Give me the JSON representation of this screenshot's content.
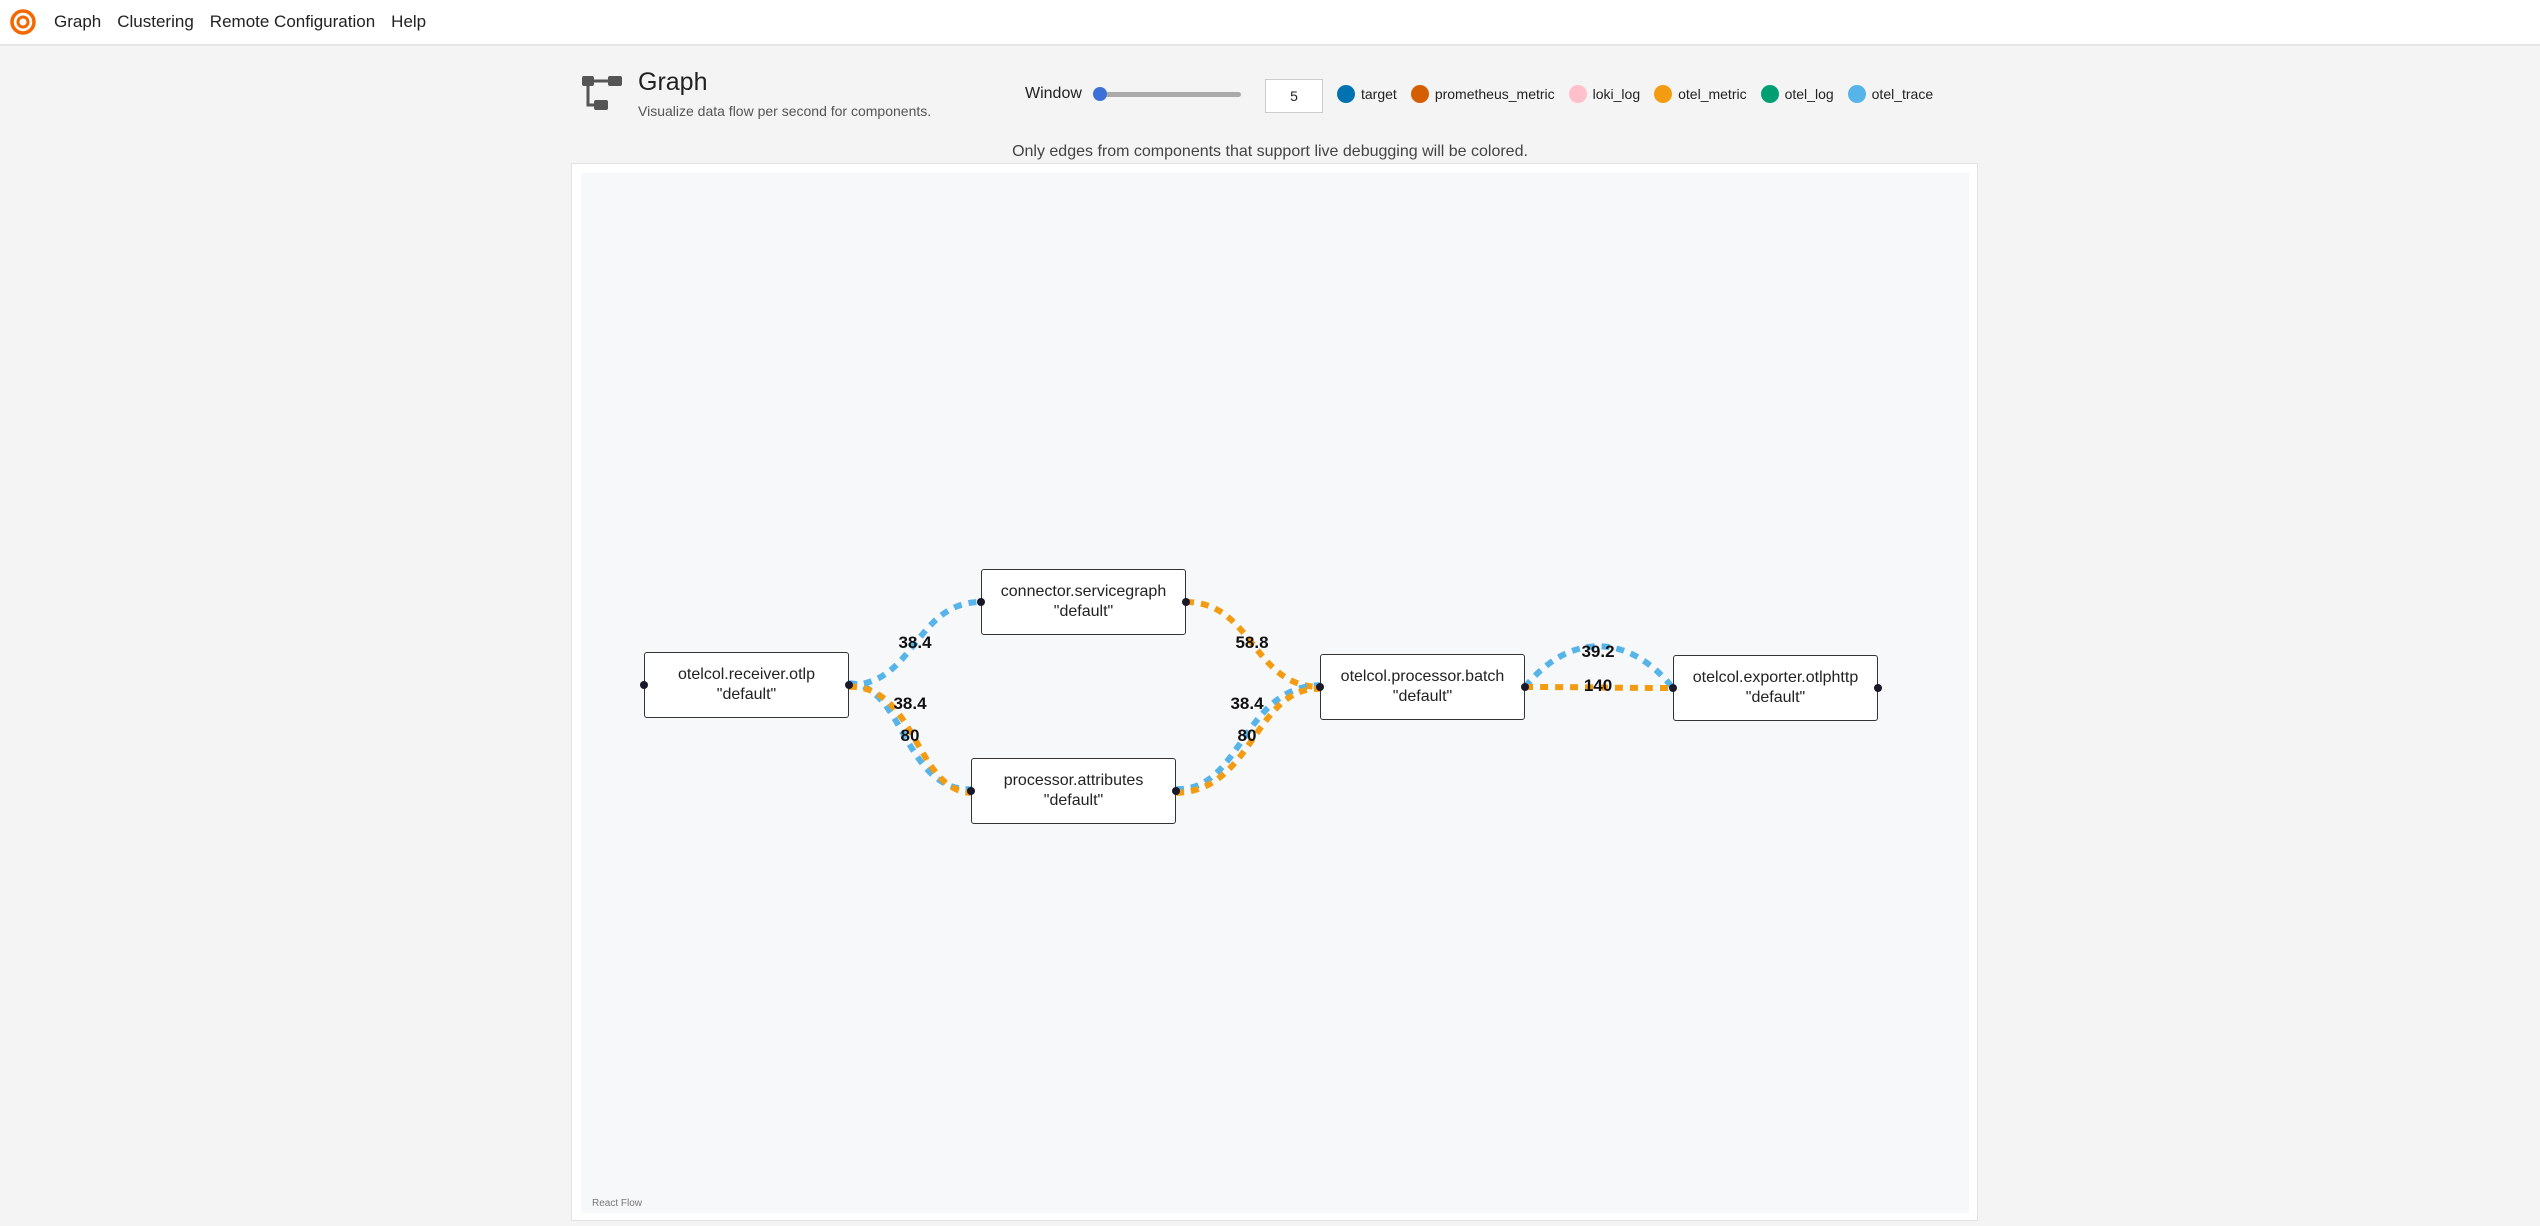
{
  "nav": {
    "items": [
      "Graph",
      "Clustering",
      "Remote Configuration",
      "Help"
    ]
  },
  "header": {
    "title": "Graph",
    "subtitle": "Visualize data flow per second for components.",
    "window_label": "Window",
    "window_value": "5",
    "window_slider_fraction": 0
  },
  "legend": [
    {
      "label": "target",
      "color": "#0072b2"
    },
    {
      "label": "prometheus_metric",
      "color": "#d55e00"
    },
    {
      "label": "loki_log",
      "color": "#ffc0cb"
    },
    {
      "label": "otel_metric",
      "color": "#f39c12"
    },
    {
      "label": "otel_log",
      "color": "#009e73"
    },
    {
      "label": "otel_trace",
      "color": "#56b4e9"
    }
  ],
  "note": "Only edges from components that support live debugging will be colored.",
  "watermark": "React Flow",
  "nodes": [
    {
      "id": "receiver",
      "name": "otelcol.receiver.otlp",
      "label": "\"default\""
    },
    {
      "id": "connector",
      "name": "connector.servicegraph",
      "label": "\"default\""
    },
    {
      "id": "attributes",
      "name": "processor.attributes",
      "label": "\"default\""
    },
    {
      "id": "batch",
      "name": "otelcol.processor.batch",
      "label": "\"default\""
    },
    {
      "id": "exporter",
      "name": "otelcol.exporter.otlphttp",
      "label": "\"default\""
    }
  ],
  "edges": [
    {
      "source": "receiver",
      "target": "connector",
      "type": "otel_trace",
      "value": "38.4"
    },
    {
      "source": "receiver",
      "target": "attributes",
      "type": "otel_trace",
      "value": "38.4"
    },
    {
      "source": "receiver",
      "target": "attributes",
      "type": "otel_metric",
      "value": "80"
    },
    {
      "source": "connector",
      "target": "batch",
      "type": "otel_metric",
      "value": "58.8"
    },
    {
      "source": "attributes",
      "target": "batch",
      "type": "otel_trace",
      "value": "38.4"
    },
    {
      "source": "attributes",
      "target": "batch",
      "type": "otel_metric",
      "value": "80"
    },
    {
      "source": "batch",
      "target": "exporter",
      "type": "otel_trace",
      "value": "39.2"
    },
    {
      "source": "batch",
      "target": "exporter",
      "type": "otel_metric",
      "value": "140"
    }
  ]
}
